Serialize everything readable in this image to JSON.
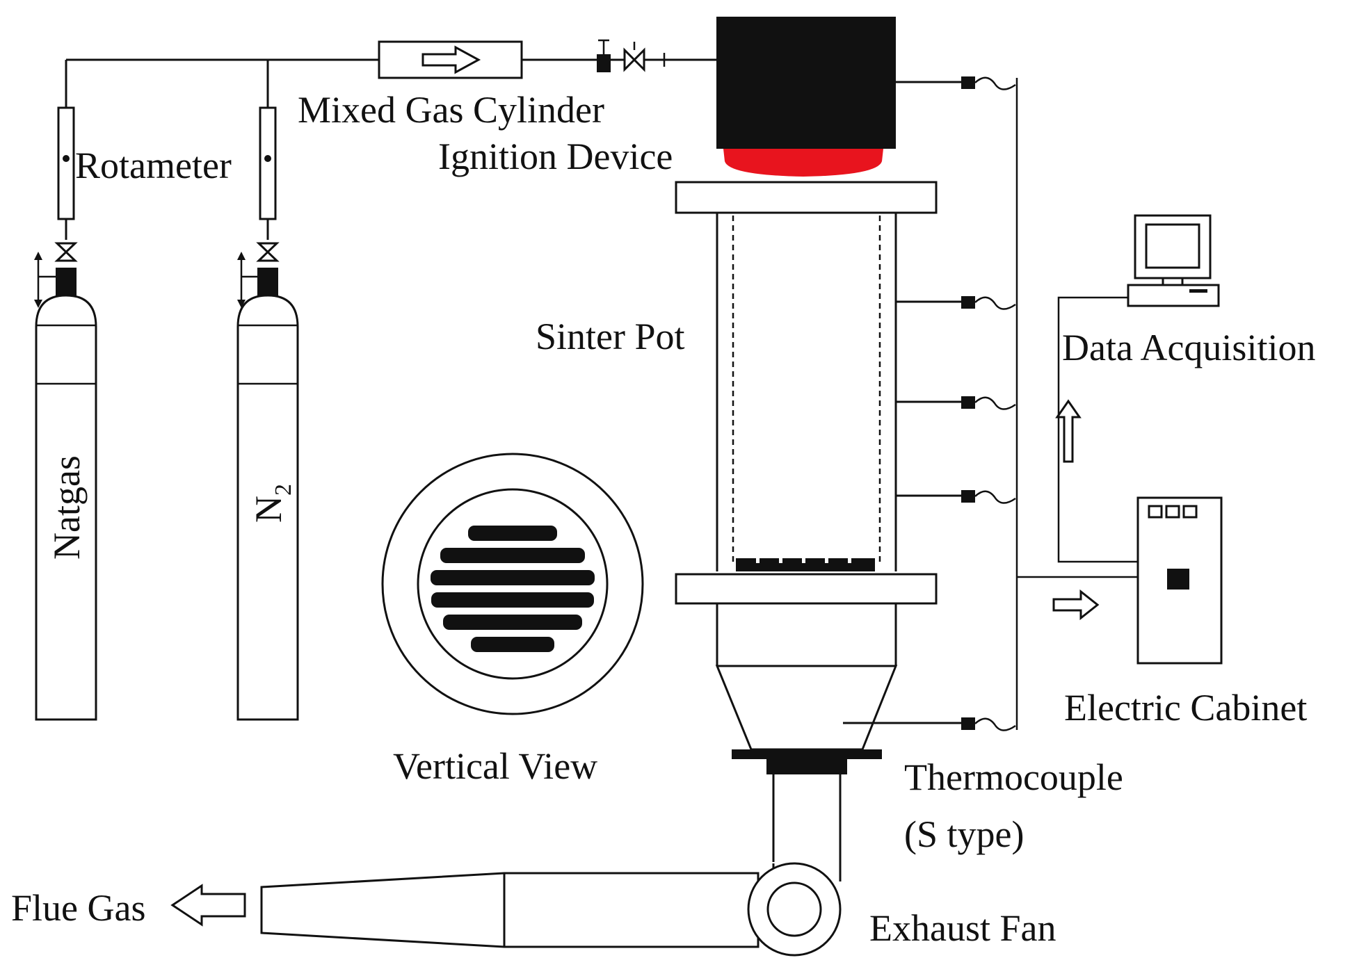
{
  "labels": {
    "mixed_gas_cylinder": "Mixed Gas Cylinder",
    "ignition_device": "Ignition Device",
    "rotameter": "Rotameter",
    "natgas": "Natgas",
    "n2_main": "N",
    "n2_sub": "2",
    "sinter_pot": "Sinter Pot",
    "data_acquisition": "Data Acquisition",
    "vertical_view": "Vertical View",
    "electric_cabinet": "Electric Cabinet",
    "thermocouple": "Thermocouple",
    "thermocouple_type": "(S type)",
    "flue_gas": "Flue Gas",
    "exhaust_fan": "Exhaust Fan"
  },
  "colors": {
    "ignition_glow": "#e8141e",
    "line": "#111111",
    "background": "#ffffff"
  },
  "thermocouple_count": 5
}
